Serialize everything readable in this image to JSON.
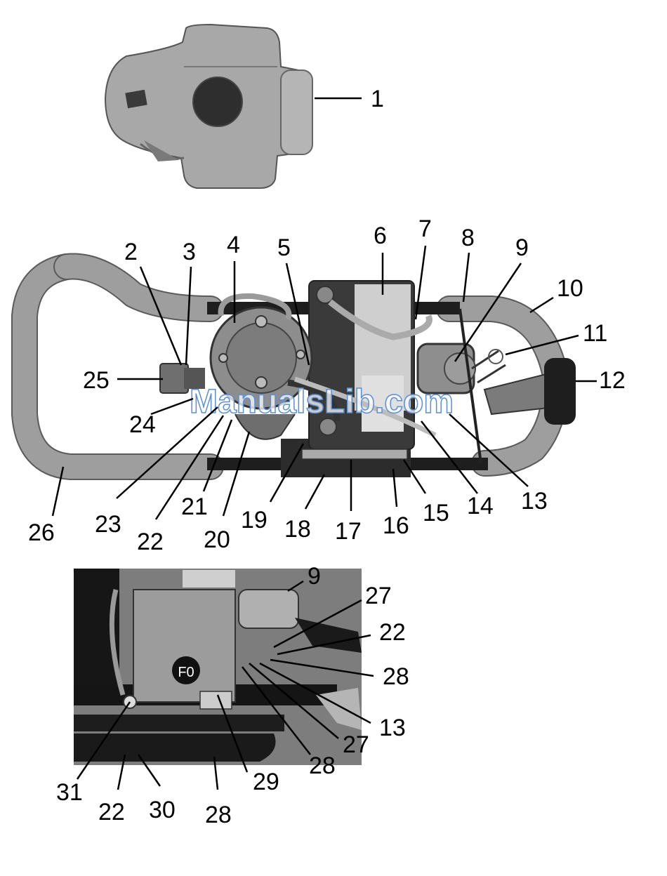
{
  "watermark": "ManualsLib.com",
  "decal_text": "F0",
  "top_callout": "1",
  "middle_callouts": [
    "2",
    "3",
    "4",
    "5",
    "6",
    "7",
    "8",
    "9",
    "10",
    "11",
    "12",
    "13",
    "14",
    "15",
    "16",
    "17",
    "18",
    "19",
    "20",
    "21",
    "22",
    "23",
    "24",
    "25",
    "26"
  ],
  "bottom_callouts": [
    "9",
    "27",
    "22",
    "28",
    "13",
    "27",
    "28",
    "29",
    "31",
    "22",
    "30",
    "28"
  ],
  "colors": {
    "ink": "#000000",
    "metal": "#9e9e9e",
    "dark": "#2a2a2a",
    "cover": "#a8a8a8"
  }
}
